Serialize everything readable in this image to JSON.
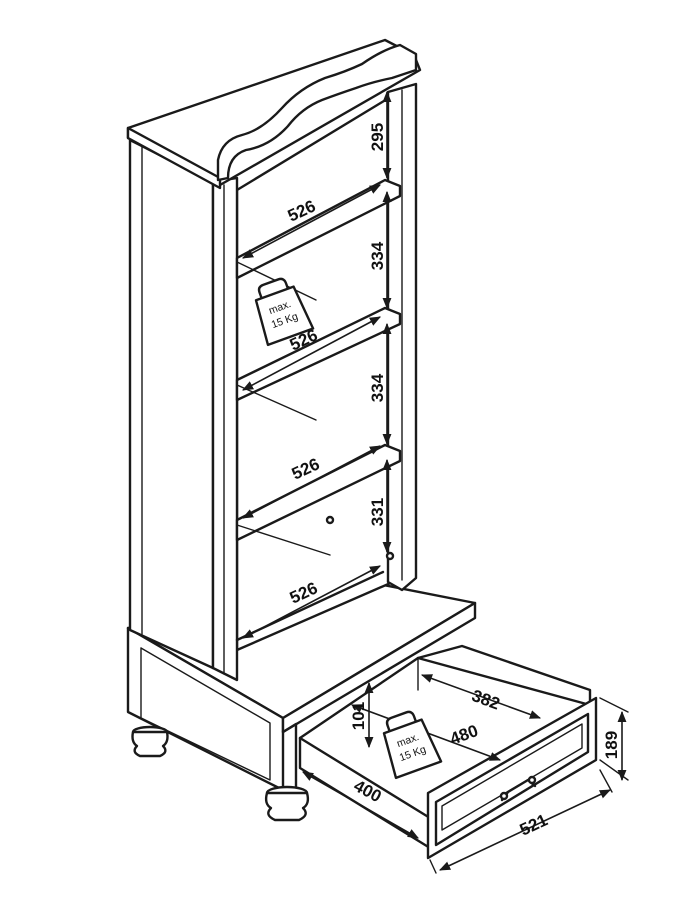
{
  "diagram": {
    "shelf_widths": [
      "526",
      "526",
      "526",
      "526"
    ],
    "heights": [
      "295",
      "334",
      "334",
      "331"
    ],
    "drawer": {
      "inner_width": "382",
      "inner_depth": "480",
      "inner_height": "101",
      "outer_depth": "400",
      "front_width": "521",
      "front_height": "189"
    },
    "load_badges": [
      {
        "line1": "max.",
        "line2": "15 Kg"
      },
      {
        "line1": "max.",
        "line2": "15 Kg"
      }
    ]
  }
}
